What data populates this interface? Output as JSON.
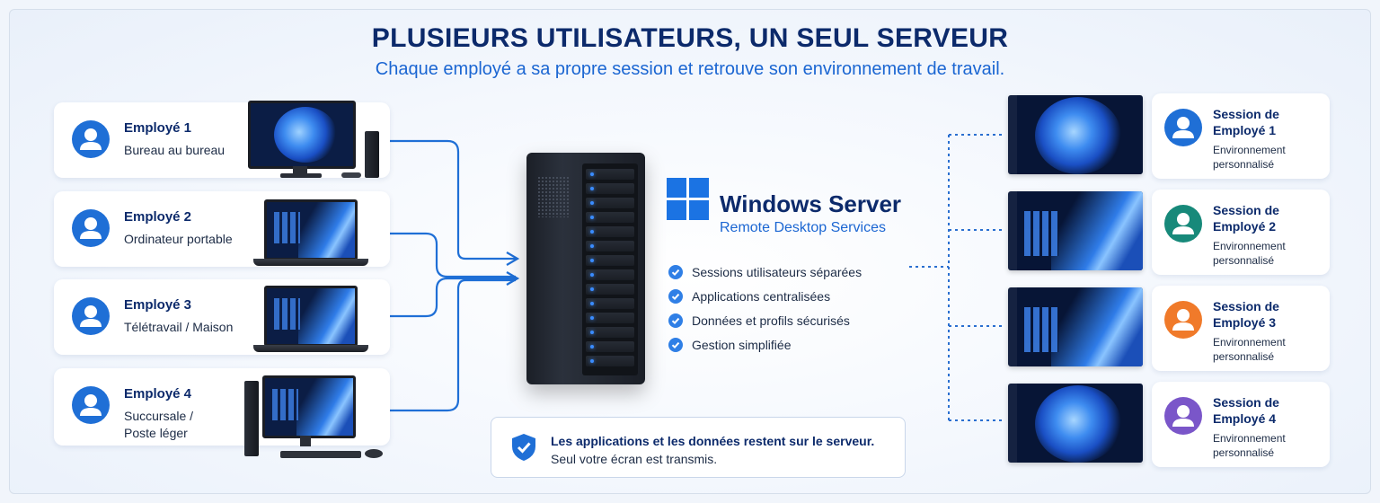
{
  "header": {
    "title": "PLUSIEURS UTILISATEURS, UN SEUL SERVEUR",
    "subtitle": "Chaque employé a sa propre session et retrouve son environnement de travail."
  },
  "employees": [
    {
      "name": "Employé 1",
      "desc": "Bureau au bureau",
      "device": "desktop-tower-icon"
    },
    {
      "name": "Employé 2",
      "desc": "Ordinateur portable",
      "device": "laptop-icon"
    },
    {
      "name": "Employé 3",
      "desc": "Télétravail / Maison",
      "device": "laptop-icon"
    },
    {
      "name": "Employé 4",
      "desc_line1": "Succursale /",
      "desc_line2": "Poste léger",
      "device": "thin-client-icon"
    }
  ],
  "server": {
    "title": "Windows Server",
    "subtitle": "Remote Desktop Services",
    "features": [
      "Sessions utilisateurs séparées",
      "Applications centralisées",
      "Données et profils sécurisés",
      "Gestion simplifiée"
    ]
  },
  "notice": {
    "line1": "Les applications et les données restent sur le serveur.",
    "line2": "Seul votre écran est transmis."
  },
  "sessions": [
    {
      "title_line1": "Session de",
      "title_line2": "Employé 1",
      "desc_line1": "Environnement",
      "desc_line2": "personnalisé",
      "color": "#1f6fd6"
    },
    {
      "title_line1": "Session de",
      "title_line2": "Employé 2",
      "desc_line1": "Environnement",
      "desc_line2": "personnalisé",
      "color": "#17897a"
    },
    {
      "title_line1": "Session de",
      "title_line2": "Employé 3",
      "desc_line1": "Environnement",
      "desc_line2": "personnalisé",
      "color": "#f07a2a"
    },
    {
      "title_line1": "Session de",
      "title_line2": "Employé 4",
      "desc_line1": "Environnement",
      "desc_line2": "personnalisé",
      "color": "#7a56c9"
    }
  ],
  "colors": {
    "navy": "#0c2a6b",
    "accent": "#1b66d2",
    "line": "#1f6fd6"
  }
}
